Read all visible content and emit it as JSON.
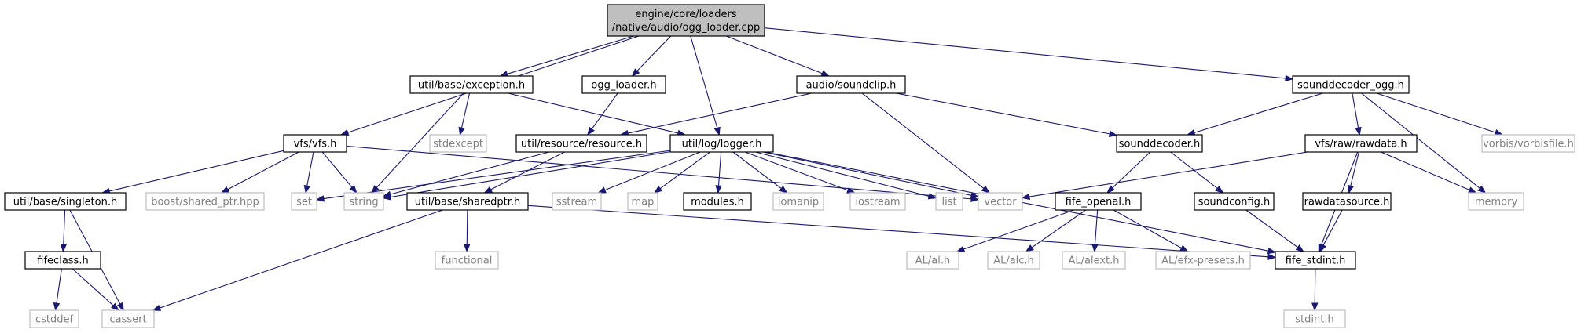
{
  "diagram": {
    "colors": {
      "edge": "#191970",
      "root_fill": "#bfbfbf",
      "project_border": "#000000",
      "system_border": "#bfbfbf",
      "system_text": "#808080"
    },
    "nodes": {
      "root": {
        "kind": "root",
        "lines": [
          "engine/core/loaders",
          "/native/audio/ogg_loader.cpp"
        ]
      },
      "exception": {
        "kind": "project",
        "lines": [
          "util/base/exception.h"
        ]
      },
      "ogg_loader_h": {
        "kind": "project",
        "lines": [
          "ogg_loader.h"
        ]
      },
      "soundclip": {
        "kind": "project",
        "lines": [
          "audio/soundclip.h"
        ]
      },
      "sounddecoder_ogg": {
        "kind": "project",
        "lines": [
          "sounddecoder_ogg.h"
        ]
      },
      "vfs": {
        "kind": "project",
        "lines": [
          "vfs/vfs.h"
        ]
      },
      "resource": {
        "kind": "project",
        "lines": [
          "util/resource/resource.h"
        ]
      },
      "logger": {
        "kind": "project",
        "lines": [
          "util/log/logger.h"
        ]
      },
      "sounddecoder": {
        "kind": "project",
        "lines": [
          "sounddecoder.h"
        ]
      },
      "rawdata": {
        "kind": "project",
        "lines": [
          "vfs/raw/rawdata.h"
        ]
      },
      "vorbisfile": {
        "kind": "system",
        "lines": [
          "vorbis/vorbisfile.h"
        ]
      },
      "stdexcept": {
        "kind": "system",
        "lines": [
          "stdexcept"
        ]
      },
      "singleton": {
        "kind": "project",
        "lines": [
          "util/base/singleton.h"
        ]
      },
      "boost_shared_ptr": {
        "kind": "system",
        "lines": [
          "boost/shared_ptr.hpp"
        ]
      },
      "set": {
        "kind": "system",
        "lines": [
          "set"
        ]
      },
      "string": {
        "kind": "system",
        "lines": [
          "string"
        ]
      },
      "sharedptr": {
        "kind": "project",
        "lines": [
          "util/base/sharedptr.h"
        ]
      },
      "sstream": {
        "kind": "system",
        "lines": [
          "sstream"
        ]
      },
      "map": {
        "kind": "system",
        "lines": [
          "map"
        ]
      },
      "modules": {
        "kind": "project",
        "lines": [
          "modules.h"
        ]
      },
      "iomanip": {
        "kind": "system",
        "lines": [
          "iomanip"
        ]
      },
      "iostream": {
        "kind": "system",
        "lines": [
          "iostream"
        ]
      },
      "list": {
        "kind": "system",
        "lines": [
          "list"
        ]
      },
      "vector": {
        "kind": "system",
        "lines": [
          "vector"
        ]
      },
      "fife_openal": {
        "kind": "project",
        "lines": [
          "fife_openal.h"
        ]
      },
      "soundconfig": {
        "kind": "project",
        "lines": [
          "soundconfig.h"
        ]
      },
      "rawdatasource": {
        "kind": "project",
        "lines": [
          "rawdatasource.h"
        ]
      },
      "memory": {
        "kind": "system",
        "lines": [
          "memory"
        ]
      },
      "fifeclass": {
        "kind": "project",
        "lines": [
          "fifeclass.h"
        ]
      },
      "functional": {
        "kind": "system",
        "lines": [
          "functional"
        ]
      },
      "al": {
        "kind": "system",
        "lines": [
          "AL/al.h"
        ]
      },
      "alc": {
        "kind": "system",
        "lines": [
          "AL/alc.h"
        ]
      },
      "alext": {
        "kind": "system",
        "lines": [
          "AL/alext.h"
        ]
      },
      "efx": {
        "kind": "system",
        "lines": [
          "AL/efx-presets.h"
        ]
      },
      "fife_stdint": {
        "kind": "project",
        "lines": [
          "fife_stdint.h"
        ]
      },
      "cstddef": {
        "kind": "system",
        "lines": [
          "cstddef"
        ]
      },
      "cassert": {
        "kind": "system",
        "lines": [
          "cassert"
        ]
      },
      "stdint": {
        "kind": "system",
        "lines": [
          "stdint.h"
        ]
      }
    },
    "edges": [
      [
        "root",
        "exception"
      ],
      [
        "root",
        "ogg_loader_h"
      ],
      [
        "root",
        "soundclip"
      ],
      [
        "root",
        "sounddecoder_ogg"
      ],
      [
        "root",
        "vfs"
      ],
      [
        "root",
        "logger"
      ],
      [
        "exception",
        "stdexcept"
      ],
      [
        "exception",
        "string"
      ],
      [
        "exception",
        "logger"
      ],
      [
        "ogg_loader_h",
        "resource"
      ],
      [
        "soundclip",
        "resource"
      ],
      [
        "soundclip",
        "sounddecoder"
      ],
      [
        "soundclip",
        "vector"
      ],
      [
        "sounddecoder_ogg",
        "sounddecoder"
      ],
      [
        "sounddecoder_ogg",
        "rawdata"
      ],
      [
        "sounddecoder_ogg",
        "vorbisfile"
      ],
      [
        "sounddecoder_ogg",
        "memory"
      ],
      [
        "vfs",
        "singleton"
      ],
      [
        "vfs",
        "boost_shared_ptr"
      ],
      [
        "vfs",
        "set"
      ],
      [
        "vfs",
        "string"
      ],
      [
        "vfs",
        "vector"
      ],
      [
        "resource",
        "string"
      ],
      [
        "resource",
        "sharedptr"
      ],
      [
        "logger",
        "set"
      ],
      [
        "logger",
        "string"
      ],
      [
        "logger",
        "sstream"
      ],
      [
        "logger",
        "map"
      ],
      [
        "logger",
        "modules"
      ],
      [
        "logger",
        "iomanip"
      ],
      [
        "logger",
        "iostream"
      ],
      [
        "logger",
        "list"
      ],
      [
        "logger",
        "vector"
      ],
      [
        "logger",
        "fife_stdint"
      ],
      [
        "sounddecoder",
        "fife_openal"
      ],
      [
        "sounddecoder",
        "soundconfig"
      ],
      [
        "rawdata",
        "vector"
      ],
      [
        "rawdata",
        "rawdatasource"
      ],
      [
        "rawdata",
        "memory"
      ],
      [
        "rawdata",
        "fife_stdint"
      ],
      [
        "singleton",
        "fifeclass"
      ],
      [
        "singleton",
        "cassert"
      ],
      [
        "sharedptr",
        "functional"
      ],
      [
        "sharedptr",
        "cassert"
      ],
      [
        "sharedptr",
        "fife_stdint"
      ],
      [
        "fife_openal",
        "al"
      ],
      [
        "fife_openal",
        "alc"
      ],
      [
        "fife_openal",
        "alext"
      ],
      [
        "fife_openal",
        "efx"
      ],
      [
        "soundconfig",
        "fife_stdint"
      ],
      [
        "rawdatasource",
        "fife_stdint"
      ],
      [
        "fifeclass",
        "cstddef"
      ],
      [
        "fifeclass",
        "cassert"
      ],
      [
        "fife_stdint",
        "stdint"
      ]
    ]
  }
}
